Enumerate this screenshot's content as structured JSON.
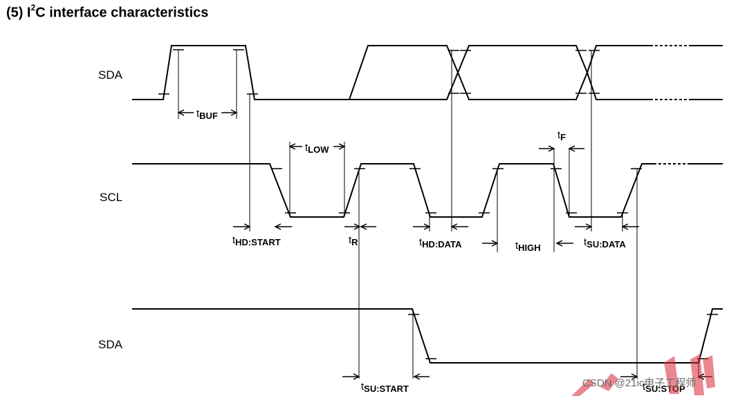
{
  "title": {
    "prefix": "(5) I",
    "superscript": "2",
    "suffix": "C interface characteristics"
  },
  "signals": {
    "sda_top": "SDA",
    "scl": "SCL",
    "sda_bottom": "SDA"
  },
  "timing_labels": [
    {
      "id": "tbuf",
      "main": "t",
      "sub": "BUF"
    },
    {
      "id": "tlow",
      "main": "t",
      "sub": "LOW"
    },
    {
      "id": "tf",
      "main": "t",
      "sub": "F"
    },
    {
      "id": "thd-start",
      "main": "t",
      "sub": "HD:START"
    },
    {
      "id": "tr",
      "main": "t",
      "sub": "R"
    },
    {
      "id": "thd-data",
      "main": "t",
      "sub": "HD:DATA"
    },
    {
      "id": "thigh",
      "main": "t",
      "sub": "HIGH"
    },
    {
      "id": "tsu-data",
      "main": "t",
      "sub": "SU:DATA"
    },
    {
      "id": "tsu-start",
      "main": "t",
      "sub": "SU:START"
    },
    {
      "id": "tsu-stop",
      "main": "t",
      "sub": "SU:STOP"
    }
  ],
  "watermark": "CSDN @21ic电子工程师",
  "colors": {
    "line": "#000000",
    "watermark_mark": "#d9283a"
  }
}
